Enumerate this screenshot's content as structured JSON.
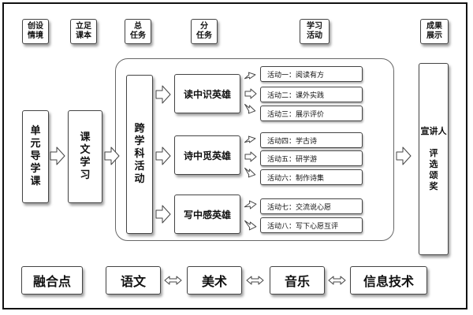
{
  "headers": {
    "h1": "创设\n情境",
    "h2": "立足\n课本",
    "h3": "总\n任务",
    "h4": "分\n任务",
    "h5": "学习\n活动",
    "h6": "成果\n展示"
  },
  "main": {
    "unit": "单\n元\n导\n学\n课",
    "text": "课\n文\n学\n习",
    "cross": "跨\n学\n科\n活\n动",
    "heroes": [
      "读中识英雄",
      "诗中觅英雄",
      "写中感英雄"
    ],
    "activities": [
      "活动一：阅读有方",
      "活动二：课外实践",
      "活动三：展示评价",
      "活动四：学古诗",
      "活动五：研学游",
      "活动六：制作诗集",
      "活动七：交流说心愿",
      "活动八：写下心愿互评"
    ],
    "result": "宣讲人\n\n评\n选\n颂\n奖"
  },
  "bottom": {
    "label": "融合点",
    "subjects": [
      "语文",
      "美术",
      "音乐",
      "信息技术"
    ]
  }
}
